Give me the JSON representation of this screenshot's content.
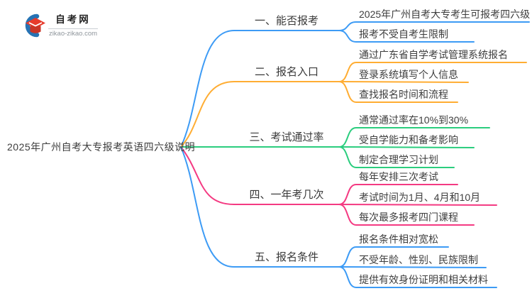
{
  "logo": {
    "title": "自考网",
    "domain": "zikao-zikao.com",
    "icon": "graduation-cap-with-blue-crescent",
    "colors": {
      "crescent_blue": "#2673b4",
      "cap_red": "#e73b2c",
      "cap_dark_red": "#c93527"
    }
  },
  "main_topic": "2025年广州自考大专报考英语四六级说明",
  "colors": {
    "blue": "#3d9bf5",
    "orange": "#ffad33",
    "green": "#2bcd7e",
    "pink": "#f43a82",
    "text": "#3e3e3e"
  },
  "branches": [
    {
      "label": "一、能否报考",
      "color": "#3d9bf5",
      "children": [
        "2025年广州自考大专考生可报考四六级",
        "报考不受自考生限制"
      ]
    },
    {
      "label": "二、报名入口",
      "color": "#ffad33",
      "children": [
        "通过广东省自学考试管理系统报名",
        "登录系统填写个人信息",
        "查找报名时间和流程"
      ]
    },
    {
      "label": "三、考试通过率",
      "color": "#2bcd7e",
      "children": [
        "通常通过率在10%到30%",
        "受自学能力和备考影响",
        "制定合理学习计划"
      ]
    },
    {
      "label": "四、一年考几次",
      "color": "#f43a82",
      "children": [
        "每年安排三次考试",
        "考试时间为1月、4月和10月",
        "每次最多报考四门课程"
      ]
    },
    {
      "label": "五、报名条件",
      "color": "#3d9bf5",
      "children": [
        "报名条件相对宽松",
        "不受年龄、性别、民族限制",
        "提供有效身份证明和相关材料"
      ]
    }
  ]
}
